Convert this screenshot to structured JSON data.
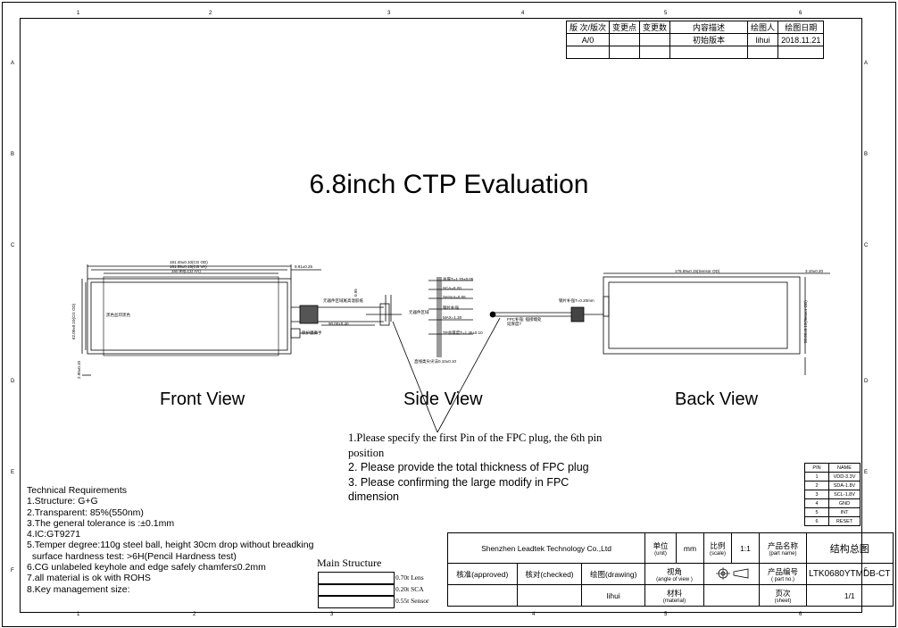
{
  "border": {
    "top_zones": [
      "1",
      "2",
      "3",
      "4",
      "5",
      "6"
    ],
    "side_zones": [
      "A",
      "B",
      "C",
      "D",
      "E",
      "F"
    ]
  },
  "revision_table": {
    "headers": [
      "版 次/版次",
      "变更点",
      "变更数",
      "内容描述",
      "绘图人",
      "绘图日期"
    ],
    "row": [
      "A/0",
      "",
      "",
      "初始版本",
      "lihui",
      "2018.11.21"
    ]
  },
  "title": "6.8inch CTP Evaluation",
  "views": {
    "front": "Front View",
    "side": "Side View",
    "back": "Back View"
  },
  "dims": {
    "front_top1": "181.40±0.10(CG OD)",
    "front_top2": "161.59±0.15(CG VA)",
    "front_top3": "160.99(LCD AA)",
    "front_right_off": "9.91±0.25",
    "front_left": "62.00±0.10(CG OD)",
    "front_print": "黑色丝印黑色",
    "front_fpc_note": "元器件区域尾高温胶纸",
    "front_fpc_len": "90.00±0.40",
    "front_stiffener": "保护膜撕手",
    "front_bottom": "2.90±0.10",
    "side_t1": "总厚T=1.70±0.05",
    "side_sca": "SCA=0.20",
    "side_sensor": "Sensor=0.55",
    "side_steel": "钢片补强",
    "side_note": "元器件区域",
    "side_max": "MAX=1.30",
    "side_tp": "TP总厚度T=1.45±0.10",
    "side_bottom": "直线类尖尖法0.10±0.10",
    "side_small": "0.95",
    "fpc_mid_note": "FPC补强: 插接端处延厚度?",
    "back_top": "176.69±0.15(Sensor OD)",
    "back_right_off": "3.10±0.20",
    "back_left": "钢片补强T=0.20mm",
    "back_right": "58.60±0.15(Sensor OD)"
  },
  "notes": [
    "1.Please specify the first Pin of the FPC plug, the 6th pin position",
    "2. Please provide the total thickness of FPC plug",
    "3. Please confirming the large modify in FPC dimension"
  ],
  "tech": [
    "Technical Requirements",
    "1.Structure: G+G",
    "2.Transparent: 85%(550nm)",
    "3.The general tolerance is :±0.1mm",
    "4.IC:GT9271",
    "5.Temper degree:110g steel ball, height 30cm drop without breadking",
    "  surface hardness test: >6H(Pencil Hardness test)",
    "6.CG unlabeled keyhole and edge safely chamfer≤0.2mm",
    "7.all material is ok with ROHS",
    "8.Key management size:"
  ],
  "pin_table": {
    "headers": [
      "PIN",
      "NAME"
    ],
    "rows": [
      [
        "1",
        "VDD-3.3V"
      ],
      [
        "2",
        "SDA-1.8V"
      ],
      [
        "3",
        "SCL-1.8V"
      ],
      [
        "4",
        "GND"
      ],
      [
        "5",
        "INT"
      ],
      [
        "6",
        "RESET"
      ]
    ]
  },
  "main_structure": {
    "title": "Main Structure",
    "layers": [
      "0.70t Lens",
      "0.20t SCA",
      "0.55t Sensor"
    ]
  },
  "title_block": {
    "company": "Shenzhen Leadtek Technology Co.,Ltd",
    "unit_label": "单位",
    "unit_en": "(unit)",
    "unit": "mm",
    "scale_label": "比例",
    "scale_en": "(scale)",
    "scale": "1:1",
    "part_name_label": "产品名称",
    "part_name_en": "(part name)",
    "part_name": "结构总图",
    "approved": "核准(approved)",
    "checked": "核对(checked)",
    "drawing": "绘图(drawing)",
    "angle_label": "视角",
    "angle_en": "(angle of view )",
    "part_no_label": "产品编号",
    "part_no_en": "( part no.)",
    "part_no": "LTK0680YTMDB-CT",
    "drawer": "lihui",
    "material_label": "材料",
    "material_en": "(material)",
    "sheet_label": "页次",
    "sheet_en": "(sheet)",
    "sheet": "1/1"
  }
}
